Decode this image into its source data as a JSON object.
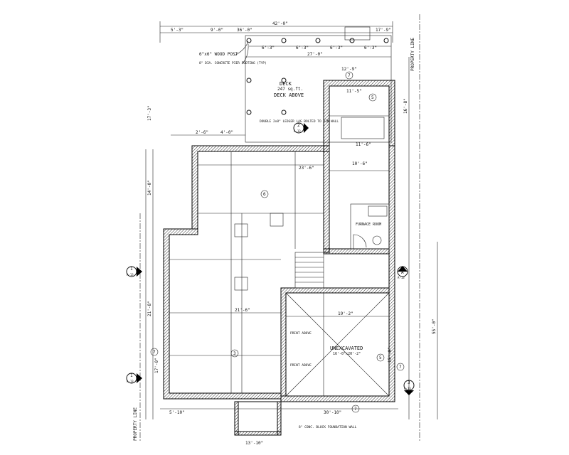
{
  "drawing": {
    "title": "Basement Floor Plan",
    "labels": {
      "deck": "DECK",
      "deck_area": "247 sq.ft.",
      "deck_above": "DECK ABOVE",
      "furnace_room": "FURNACE ROOM",
      "unexcavated": "UNEXCAVATED",
      "unexcavated_sub": "16'-0\"x20'-2\"",
      "property_line_left": "PROPERTY LINE",
      "property_line_right": "PROPERTY LINE",
      "wood_post": "6\"x6\" WOOD POST",
      "concrete_footing": "8\" DIA. CONCRETE PIER FOOTING (TYP)",
      "foundation_wall": "8\" CONC. BLOCK FOUNDATION WALL",
      "ledger_note": "DOUBLE 2x8\" LEDGER LAG BOLTED TO RIM WALL",
      "print_above_1": "PRINT ABOVE",
      "print_above_2": "PRINT ABOVE"
    },
    "dimensions": {
      "overall_top": "42'-0\"",
      "top_a": "5'-3\"",
      "top_b": "9'-0\"",
      "top_c": "36'-0\"",
      "top_d": "17'-9\"",
      "deck_spacing_1": "6'-3\"",
      "deck_spacing_2": "6'-3\"",
      "deck_spacing_3": "6'-3\"",
      "deck_spacing_4": "6'-3\"",
      "deck_width": "27'-0\"",
      "garage_width": "12'-9\"",
      "garage_inner": "11'-5\"",
      "left_a": "17'-3\"",
      "left_b": "14'-0\"",
      "left_c": "21'-8\"",
      "left_d": "17'-0\"",
      "right_overall": "55'-0\"",
      "right_a": "16'-8\"",
      "right_b": "15'-0\"",
      "mid_a": "23'-6\"",
      "mid_b": "21'-6\"",
      "mid_c": "10'-6\"",
      "mid_d": "11'-6\"",
      "unexc_width": "19'-2\"",
      "bottom_a": "30'-10\"",
      "bottom_b": "5'-10\"",
      "bottom_c": "13'-10\"",
      "row_a": "2'-6\"",
      "row_b": "4'-0\""
    },
    "section_markers": [
      {
        "num": "1",
        "sheet": "A-13"
      },
      {
        "num": "1",
        "sheet": "A-13"
      },
      {
        "num": "2",
        "sheet": "A-13"
      },
      {
        "num": "3",
        "sheet": "A-13"
      },
      {
        "num": "A",
        "sheet": "A-13"
      }
    ],
    "tags": [
      "7",
      "5",
      "7",
      "5",
      "7",
      "6",
      "3",
      "7"
    ]
  }
}
